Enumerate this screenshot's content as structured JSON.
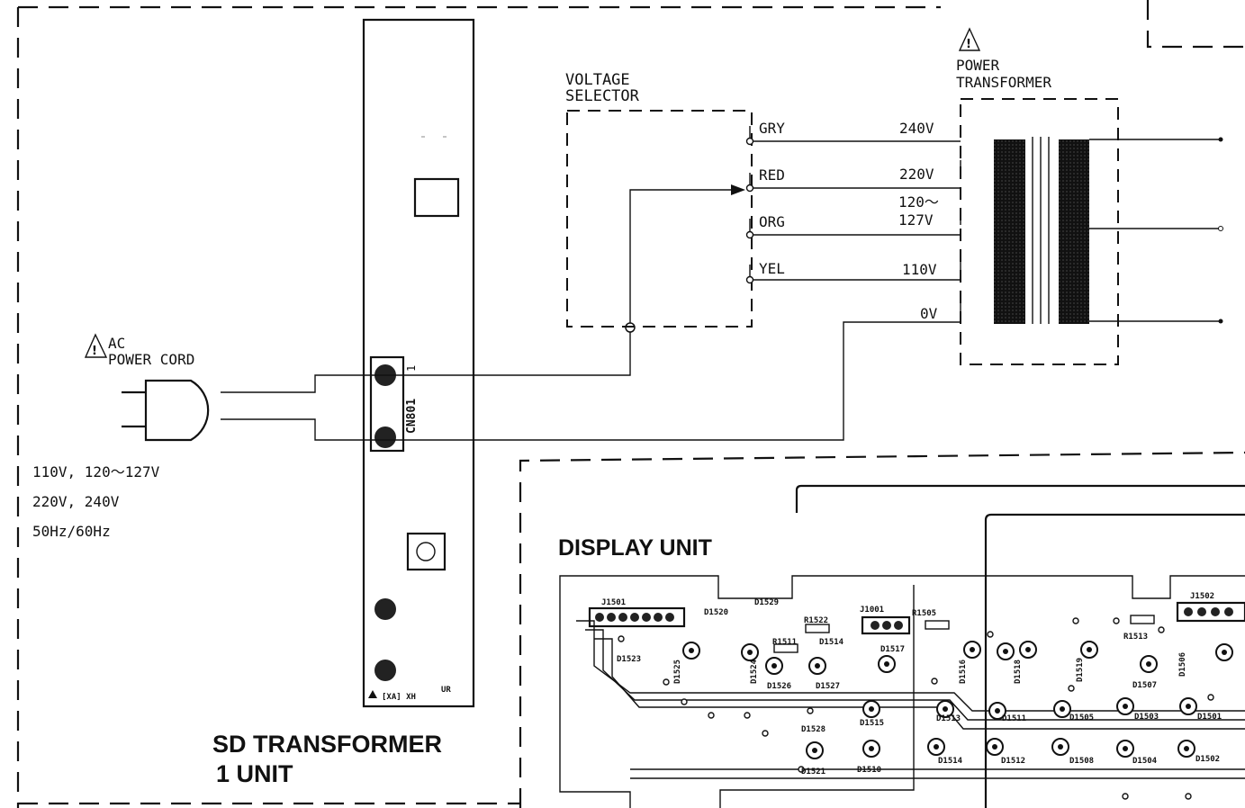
{
  "voltage_selector": {
    "title_line1": "VOLTAGE",
    "title_line2": "SELECTOR",
    "taps": [
      {
        "wire": "GRY",
        "voltage": "240V"
      },
      {
        "wire": "RED",
        "voltage": "220V"
      },
      {
        "wire": "ORG",
        "voltage_line1": "120～",
        "voltage_line2": "127V"
      },
      {
        "wire": "YEL",
        "voltage": "110V"
      },
      {
        "voltage": "0V"
      }
    ]
  },
  "power_transformer": {
    "label_line1": "POWER",
    "label_line2": "TRANSFORMER"
  },
  "ac_cord": {
    "label_line1": "AC",
    "label_line2": "POWER  CORD",
    "specs": [
      "110V, 120～127V",
      "220V, 240V",
      "50Hz/60Hz"
    ]
  },
  "connector": {
    "name": "CN801",
    "pin": "1"
  },
  "sd_board": {
    "marking": "[XA] XH",
    "title_line1": "SD TRANSFORMER",
    "title_line2": "1 UNIT"
  },
  "display_unit": {
    "title": "DISPLAY  UNIT",
    "components": [
      "J1501",
      "D1520",
      "D1529",
      "J1001",
      "R1505",
      "D1525",
      "D1523",
      "D1524",
      "R1522",
      "R1511",
      "D1514",
      "D1517",
      "D1516",
      "D1518",
      "D1519",
      "R1513",
      "D1506",
      "J1502",
      "D1526",
      "D1527",
      "D1528",
      "D1515",
      "D1513",
      "D1511",
      "D1505",
      "D1507",
      "D1503",
      "D1501",
      "D1521",
      "D1510",
      "D1514",
      "D1512",
      "D1508",
      "D1504",
      "D1502"
    ]
  }
}
